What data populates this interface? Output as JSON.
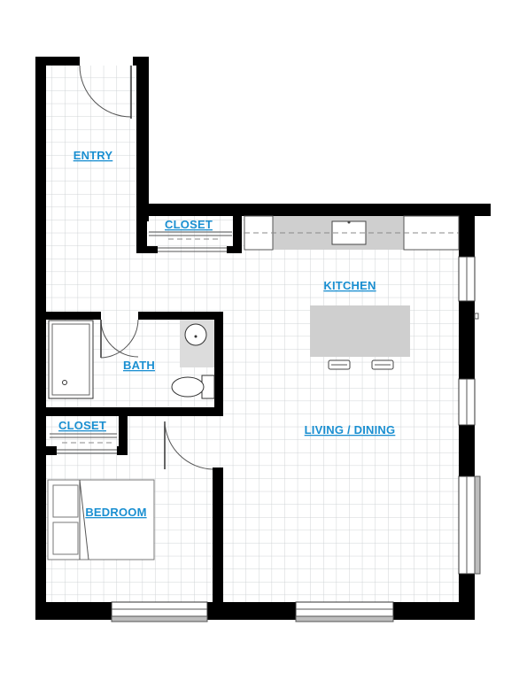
{
  "rooms": {
    "entry": "ENTRY",
    "closet_top": "CLOSET",
    "kitchen": "KITCHEN",
    "bath": "BATH",
    "closet_bottom": "CLOSET",
    "living_dining": "LIVING / DINING",
    "bedroom": "BEDROOM"
  },
  "colors": {
    "label": "#1a8fd1",
    "wall": "#000000",
    "fixture": "#cfcfcf",
    "grid": "#cfd3d6"
  }
}
